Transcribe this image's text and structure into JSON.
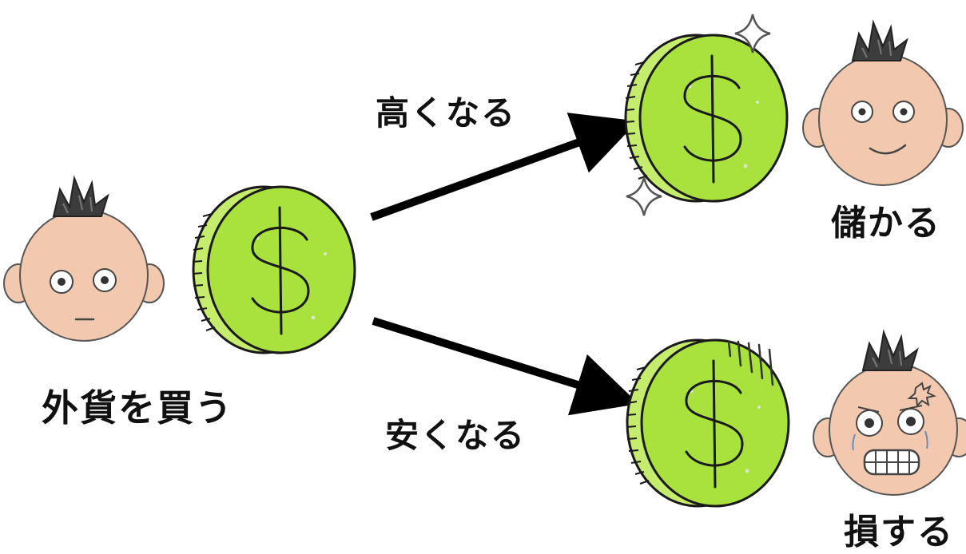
{
  "labels": {
    "buy_foreign_currency": "外貨を買う",
    "price_rises": "高くなる",
    "price_falls": "安くなる",
    "profit": "儲かる",
    "loss": "損する"
  },
  "coin": {
    "symbol": "$",
    "face_color": "#a9e23c",
    "rim_color": "#c6ec6e",
    "outline_color": "#1a1a1a"
  },
  "face": {
    "skin_color": "#f2c9ae",
    "hair_color": "#3c3c3c",
    "cheek_color": "#e9a98e"
  },
  "icons": [
    "person-neutral-icon",
    "coin-icon",
    "arrow-up-right-icon",
    "arrow-down-right-icon",
    "sparkle-icon",
    "person-happy-icon",
    "person-angry-icon",
    "motion-lines-icon"
  ],
  "arrow_color": "#000000"
}
